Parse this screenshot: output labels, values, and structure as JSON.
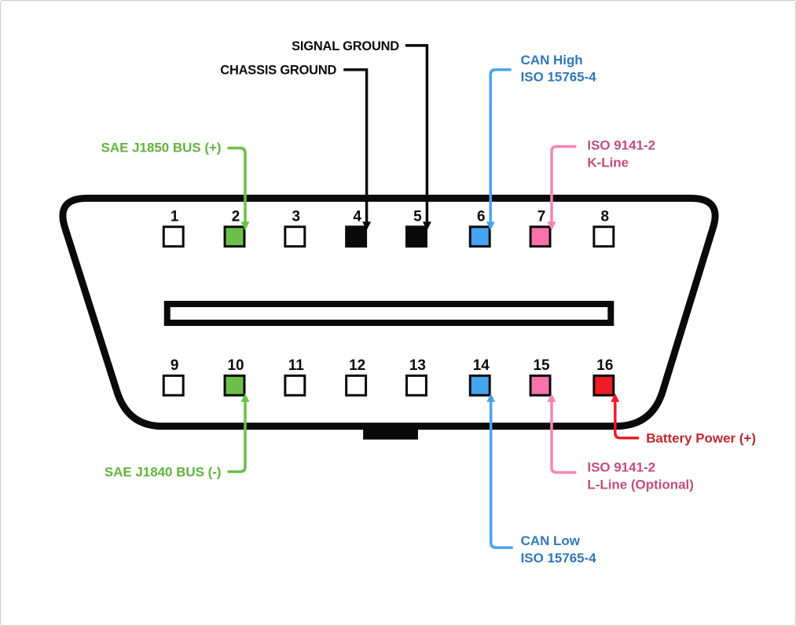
{
  "pins": [
    {
      "number": "1",
      "color": "#ffffff"
    },
    {
      "number": "2",
      "color": "#6cc04a"
    },
    {
      "number": "3",
      "color": "#ffffff"
    },
    {
      "number": "4",
      "color": "#0a0a0a"
    },
    {
      "number": "5",
      "color": "#0a0a0a"
    },
    {
      "number": "6",
      "color": "#45a5f1"
    },
    {
      "number": "7",
      "color": "#f873a8"
    },
    {
      "number": "8",
      "color": "#ffffff"
    },
    {
      "number": "9",
      "color": "#ffffff"
    },
    {
      "number": "10",
      "color": "#6cc04a"
    },
    {
      "number": "11",
      "color": "#ffffff"
    },
    {
      "number": "12",
      "color": "#ffffff"
    },
    {
      "number": "13",
      "color": "#ffffff"
    },
    {
      "number": "14",
      "color": "#45a5f1"
    },
    {
      "number": "15",
      "color": "#f873a8"
    },
    {
      "number": "16",
      "color": "#ec1c28"
    }
  ],
  "labels": {
    "signal_ground": {
      "text": "SIGNAL GROUND",
      "color": "#0a0a0a",
      "line_color": "#0a0a0a",
      "target_pin": "5"
    },
    "chassis_ground": {
      "text": "CHASSIS GROUND",
      "color": "#0a0a0a",
      "line_color": "#0a0a0a",
      "target_pin": "4"
    },
    "can_high": {
      "line1": "CAN High",
      "line2": "ISO 15765-4",
      "color": "#3077b8",
      "line_color": "#4ba3ee",
      "target_pin": "6"
    },
    "k_line": {
      "line1": "ISO 9141-2",
      "line2": "K-Line",
      "color": "#c04e7b",
      "line_color": "#f884b2",
      "target_pin": "7"
    },
    "sae_j1850": {
      "text": "SAE J1850 BUS (+)",
      "color": "#62b33e",
      "line_color": "#6cc04a",
      "target_pin": "2"
    },
    "sae_j1840": {
      "text": "SAE J1840 BUS (-)",
      "color": "#62b33e",
      "line_color": "#6cc04a",
      "target_pin": "10"
    },
    "battery_power": {
      "text": "Battery Power (+)",
      "color": "#be2730",
      "line_color": "#ec1c28",
      "target_pin": "16"
    },
    "l_line": {
      "line1": "ISO 9141-2",
      "line2": "L-Line (Optional)",
      "color": "#c04e7b",
      "line_color": "#f884b2",
      "target_pin": "15"
    },
    "can_low": {
      "line1": "CAN Low",
      "line2": "ISO 15765-4",
      "color": "#3077b8",
      "line_color": "#4ba3ee",
      "target_pin": "14"
    }
  }
}
